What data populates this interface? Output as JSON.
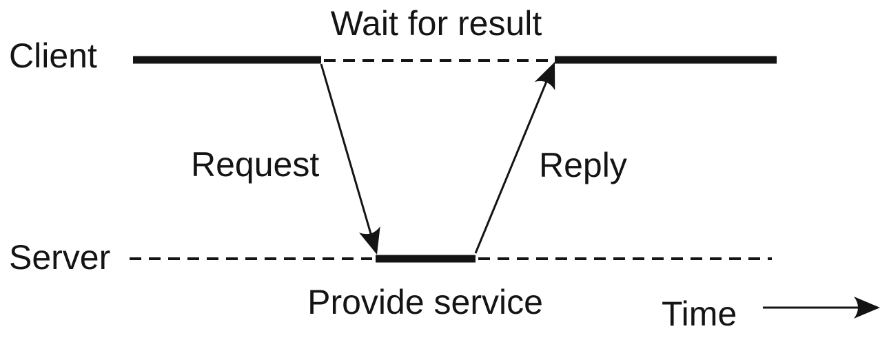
{
  "diagram": {
    "kind": "client-server request-reply timeline",
    "labels": {
      "client": "Client",
      "server": "Server",
      "wait": "Wait for result",
      "request": "Request",
      "reply": "Reply",
      "provide": "Provide service",
      "time": "Time"
    },
    "lifelines": [
      {
        "name": "Client",
        "segments": [
          "active",
          "blocked-waiting (dashed, labeled 'Wait for result')",
          "active"
        ]
      },
      {
        "name": "Server",
        "segments": [
          "idle (dashed)",
          "active (thick, labeled 'Provide service')",
          "idle (dashed)"
        ]
      }
    ],
    "edges": [
      {
        "from": "Client",
        "to": "Server",
        "label": "Request",
        "direction": "down-right"
      },
      {
        "from": "Server",
        "to": "Client",
        "label": "Reply",
        "direction": "up-right"
      }
    ],
    "axis": {
      "label": "Time",
      "direction": "right"
    },
    "colors": {
      "ink": "#141414",
      "background": "#ffffff"
    }
  }
}
